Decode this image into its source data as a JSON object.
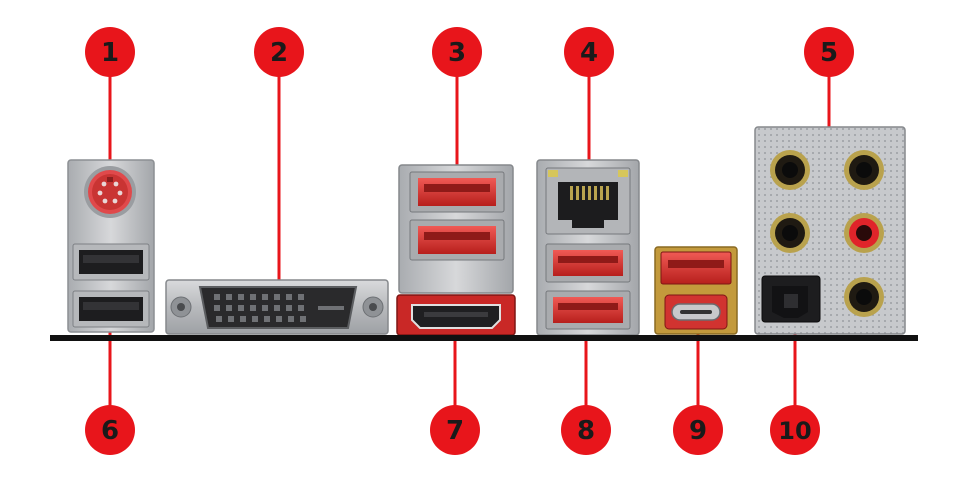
{
  "callouts": {
    "c1": "1",
    "c2": "2",
    "c3": "3",
    "c4": "4",
    "c5": "5",
    "c6": "6",
    "c7": "7",
    "c8": "8",
    "c9": "9",
    "c10": "10"
  },
  "colors": {
    "callout_fill": "#e8151b",
    "callout_text": "#1a1a1a",
    "leader_line": "#e8151b",
    "port_red": "#d8302e",
    "metal": "#bfc1c4",
    "baseline": "#111111"
  }
}
